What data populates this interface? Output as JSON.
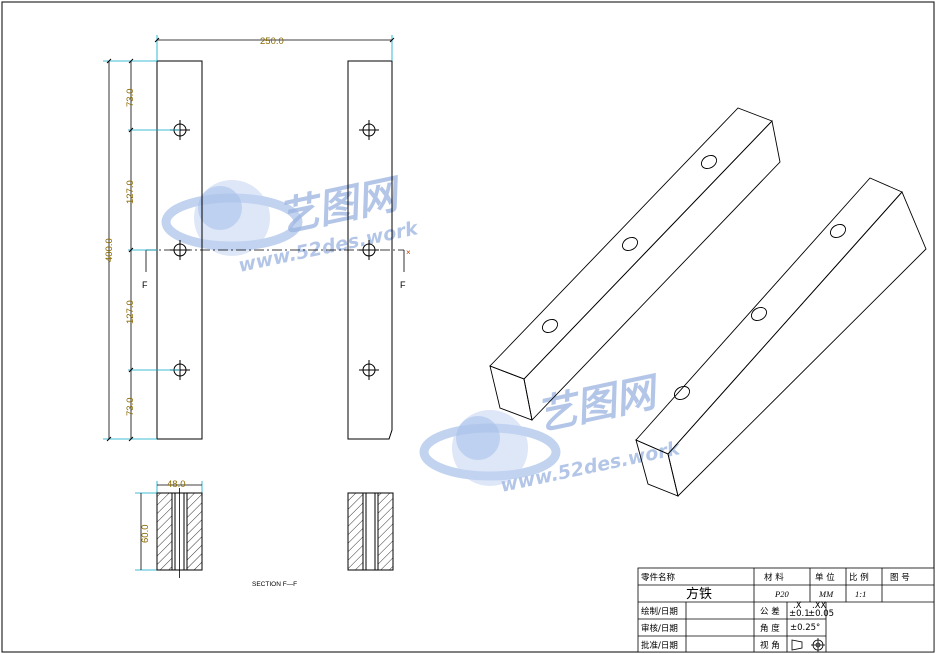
{
  "dimensions": {
    "width": "250.0",
    "height": "400.0",
    "seg_top": "73.0",
    "seg_upper": "127.0",
    "seg_lower": "127.0",
    "seg_bottom": "73.0",
    "section_width": "48.0",
    "section_height": "60.0"
  },
  "labels": {
    "cut_left": "F",
    "cut_right": "F",
    "section": "SECTION F—F"
  },
  "watermark": {
    "brand": "艺图网",
    "url_left": "www.52des.work",
    "url_right": "www.52des.work"
  },
  "title_block": {
    "part_name_label": "零件名称",
    "part_name": "方铁",
    "material_label": "材  料",
    "material": "P20",
    "unit_label": "单 位",
    "unit": "MM",
    "scale_label": "比 例",
    "scale": "1:1",
    "drawing_no_label": "图  号",
    "drawn_label": "绘制/日期",
    "checked_label": "审核/日期",
    "approved_label": "批准/日期",
    "tolerance_label": "公 差",
    "tol_x_head": ".X",
    "tol_xx_head": ".XX",
    "tol_x": "±0.1",
    "tol_xx": "±0.05",
    "angle_label": "角 度",
    "angle": "±0.25°",
    "view_label": "视 角"
  }
}
